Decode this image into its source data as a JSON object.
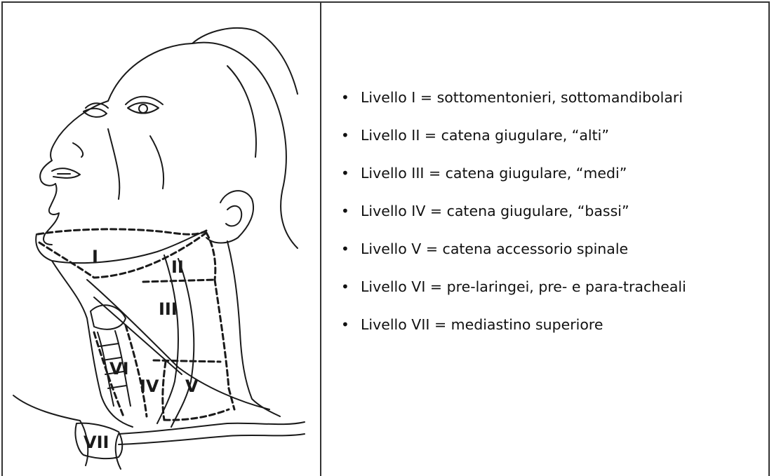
{
  "figure": {
    "level_labels": [
      "I",
      "II",
      "III",
      "VI",
      "IV",
      "V",
      "VII"
    ]
  },
  "levels": [
    {
      "bullet": "•",
      "text": "Livello I = sottomentonieri, sottomandibolari"
    },
    {
      "bullet": "•",
      "text": "Livello II = catena giugulare, “alti”"
    },
    {
      "bullet": "•",
      "text": "Livello III = catena giugulare, “medi”"
    },
    {
      "bullet": "•",
      "text": "Livello IV = catena giugulare, “bassi”"
    },
    {
      "bullet": "•",
      "text": "Livello V = catena accessorio spinale"
    },
    {
      "bullet": "•",
      "text": "Livello VI = pre-laringei, pre- e para-tracheali"
    },
    {
      "bullet": "•",
      "text": "Livello VII = mediastino superiore"
    }
  ]
}
